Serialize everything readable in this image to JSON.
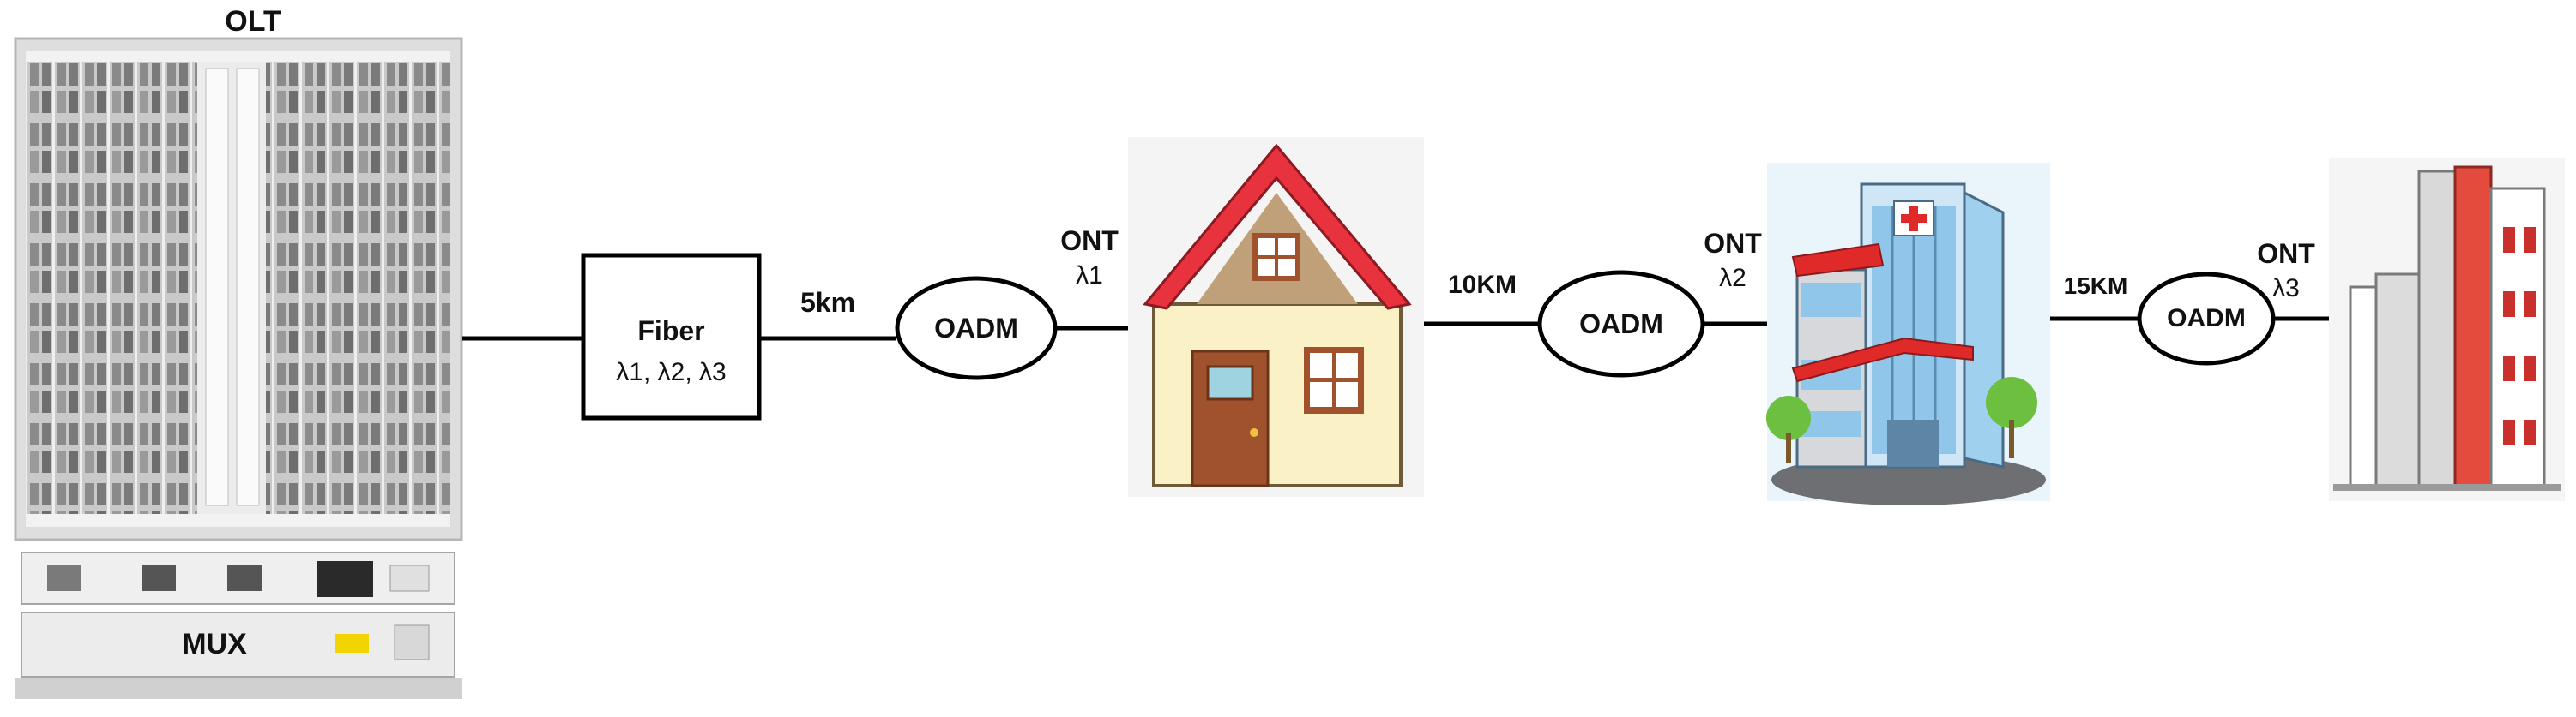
{
  "olt": {
    "title": "OLT",
    "mux_label": "MUX"
  },
  "fiber": {
    "title": "Fiber",
    "wavelengths": "λ1, λ2, λ3"
  },
  "segments": [
    {
      "distance": "5km",
      "oadm": "OADM",
      "ont": "ONT",
      "lambda": "λ1",
      "site_icon": "house-icon"
    },
    {
      "distance": "10KM",
      "oadm": "OADM",
      "ont": "ONT",
      "lambda": "λ2",
      "site_icon": "hospital-icon"
    },
    {
      "distance": "15KM",
      "oadm": "OADM",
      "ont": "ONT",
      "lambda": "λ3",
      "site_icon": "office-building-icon"
    }
  ],
  "colors": {
    "line": "#000000",
    "roof": "#e8323e",
    "house_wall": "#fbf1c7",
    "door": "#a0522d",
    "hospital_red": "#e02a2a",
    "glass": "#8fc6ea"
  }
}
